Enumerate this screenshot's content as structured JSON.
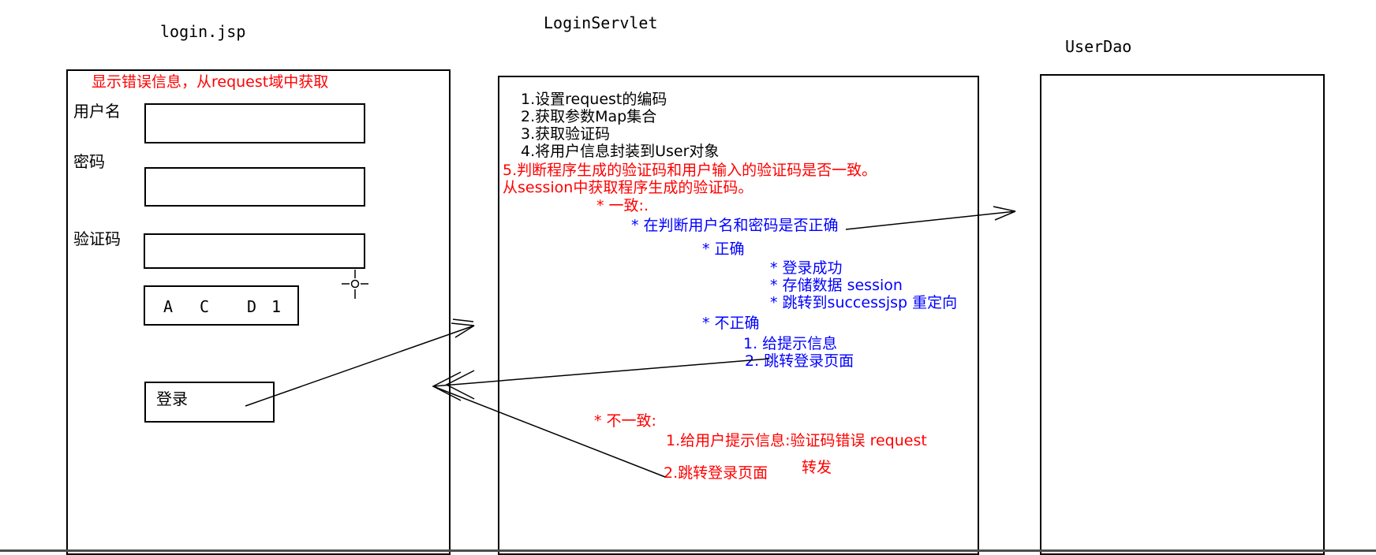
{
  "boxes": {
    "login_jsp": {
      "title": "login.jsp"
    },
    "login_servlet": {
      "title": "LoginServlet"
    },
    "user_dao": {
      "title": "UserDao"
    }
  },
  "login_form": {
    "error_hint": "显示错误信息，从request域中获取",
    "username_label": "用户名",
    "password_label": "密码",
    "captcha_label": "验证码",
    "captcha_chars": [
      "A",
      "C",
      "D",
      "1"
    ],
    "login_button": "登录"
  },
  "servlet_notes": {
    "black_steps": [
      "1.设置request的编码",
      "2.获取参数Map集合",
      "3.获取验证码",
      "4.将用户信息封装到User对象"
    ],
    "red_step5": "5.判断程序生成的验证码和用户输入的验证码是否一致。",
    "red_step5_cont": "从session中获取程序生成的验证码。",
    "red_match": "* 一致:.",
    "blue_check": "* 在判断用户名和密码是否正确",
    "blue_correct": "* 正确",
    "blue_success": "* 登录成功",
    "blue_store": "* 存储数据 session",
    "blue_redirect": "* 跳转到successjsp 重定向",
    "blue_incorrect": "* 不正确",
    "blue_msg": "1. 给提示信息",
    "blue_jump": "2. 跳转登录页面",
    "red_mismatch": "* 不一致:",
    "red_mismatch_msg": "1.给用户提示信息:验证码错误 request",
    "red_mismatch_jump": "2.跳转登录页面",
    "red_forward": "转发"
  },
  "colors": {
    "line": "#000000",
    "red": "#ff0000",
    "blue": "#0000ff",
    "border": "#000000"
  }
}
